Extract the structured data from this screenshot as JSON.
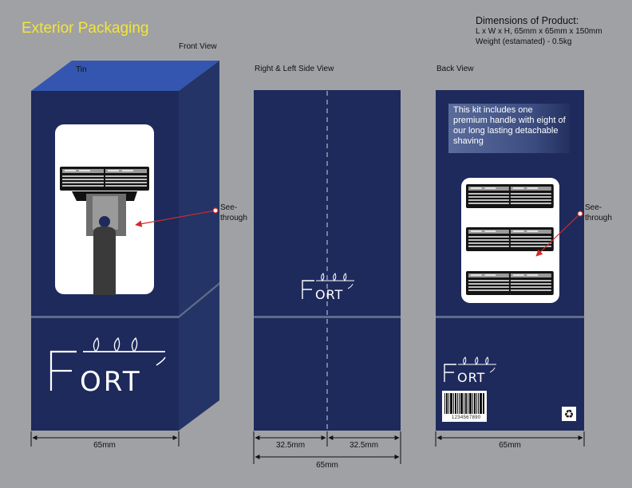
{
  "diagram": {
    "heading": "Exterior Packaging",
    "dimensions": {
      "title": "Dimensions of Product:",
      "line1": "L x W x H, 65mm x 65mm x 150mm",
      "line2": "Weight (estamated) - 0.5kg"
    },
    "views": {
      "front": "Front View",
      "tin": "Tin",
      "side": "Right & Left Side View",
      "back": "Back View"
    },
    "callouts": {
      "front_see_1": "See-",
      "front_see_2": "through",
      "back_see_1": "See-",
      "back_see_2": "through"
    },
    "back_text": "This kit includes one premium handle with eight of our long lasting detachable shaving",
    "brand": "FORT",
    "barcode_number": "1234567890",
    "measures": {
      "front_width": "65mm",
      "side_left": "32.5mm",
      "side_right": "32.5mm",
      "side_total": "65mm",
      "back_width": "65mm"
    },
    "colors": {
      "background": "#a0a1a4",
      "box_navy": "#1e2a5c",
      "box_side": "#243466",
      "lid_blue": "#3456b0",
      "heading_yellow": "#f2e53a",
      "arrow_red": "#d42a2a"
    },
    "icons": [
      "recycle-icon",
      "barcode-icon",
      "razor-cartridge-icon",
      "razor-handle-icon",
      "leaf-icon"
    ]
  }
}
